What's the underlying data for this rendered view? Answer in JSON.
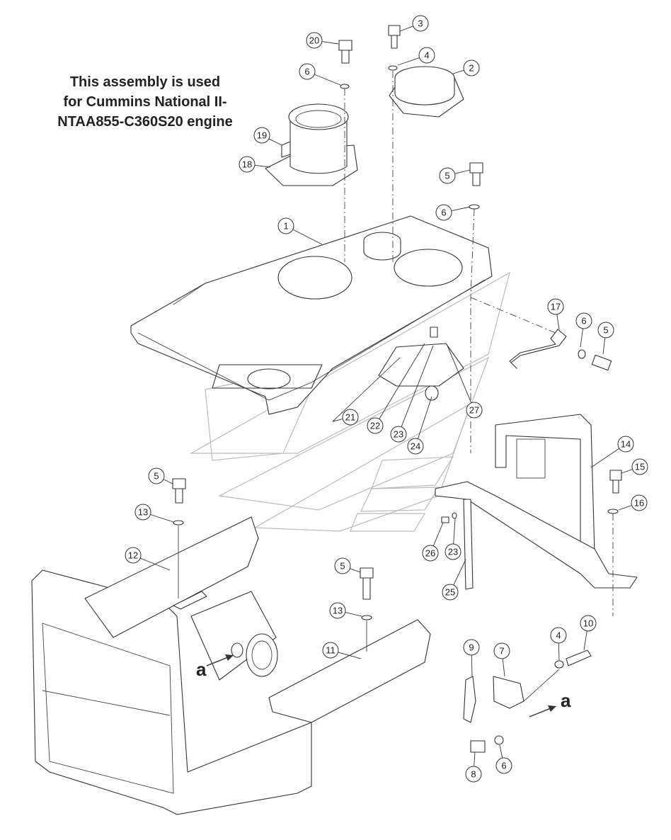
{
  "note": {
    "lines": [
      "This assembly is used",
      "for Cummins National II-",
      "NTAA855-C360S20 engine"
    ]
  },
  "callouts": [
    {
      "id": "c20",
      "label": "20"
    },
    {
      "id": "c3",
      "label": "3"
    },
    {
      "id": "c4a",
      "label": "4"
    },
    {
      "id": "c2",
      "label": "2"
    },
    {
      "id": "c6a",
      "label": "6"
    },
    {
      "id": "c19",
      "label": "19"
    },
    {
      "id": "c18",
      "label": "18"
    },
    {
      "id": "c5a",
      "label": "5"
    },
    {
      "id": "c6b",
      "label": "6"
    },
    {
      "id": "c1",
      "label": "1"
    },
    {
      "id": "c17",
      "label": "17"
    },
    {
      "id": "c6c",
      "label": "6"
    },
    {
      "id": "c5b",
      "label": "5"
    },
    {
      "id": "c21",
      "label": "21"
    },
    {
      "id": "c22",
      "label": "22"
    },
    {
      "id": "c23a",
      "label": "23"
    },
    {
      "id": "c24",
      "label": "24"
    },
    {
      "id": "c27",
      "label": "27"
    },
    {
      "id": "c14",
      "label": "14"
    },
    {
      "id": "c15",
      "label": "15"
    },
    {
      "id": "c16",
      "label": "16"
    },
    {
      "id": "c5c",
      "label": "5"
    },
    {
      "id": "c13a",
      "label": "13"
    },
    {
      "id": "c12",
      "label": "12"
    },
    {
      "id": "c26",
      "label": "26"
    },
    {
      "id": "c23b",
      "label": "23"
    },
    {
      "id": "c25",
      "label": "25"
    },
    {
      "id": "c5d",
      "label": "5"
    },
    {
      "id": "c13b",
      "label": "13"
    },
    {
      "id": "c11",
      "label": "11"
    },
    {
      "id": "c9",
      "label": "9"
    },
    {
      "id": "c7",
      "label": "7"
    },
    {
      "id": "c4b",
      "label": "4"
    },
    {
      "id": "c10",
      "label": "10"
    },
    {
      "id": "c8",
      "label": "8"
    },
    {
      "id": "c6d",
      "label": "6"
    }
  ],
  "view_arrows": [
    {
      "id": "left",
      "label": "a"
    },
    {
      "id": "right",
      "label": "a"
    }
  ]
}
